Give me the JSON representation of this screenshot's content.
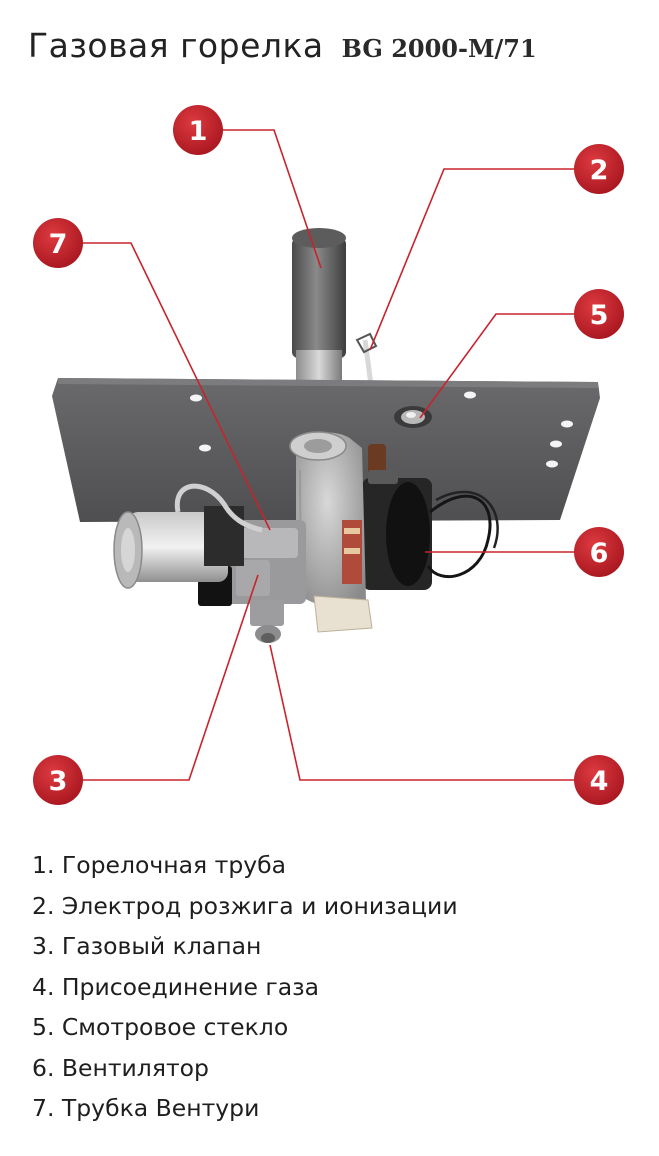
{
  "title": {
    "main": "Газовая горелка",
    "model": "BG 2000-M/71"
  },
  "callouts": [
    {
      "number": "1",
      "part": "Горелочная труба"
    },
    {
      "number": "2",
      "part": "Электрод розжига и ионизации"
    },
    {
      "number": "3",
      "part": "Газовый клапан"
    },
    {
      "number": "4",
      "part": "Присоединение газа"
    },
    {
      "number": "5",
      "part": "Смотровое стекло"
    },
    {
      "number": "6",
      "part": "Вентилятор"
    },
    {
      "number": "7",
      "part": "Трубка Вентури"
    }
  ],
  "legend": [
    "1.  Горелочная труба",
    "2. Электрод розжига и ионизации",
    "3. Газовый клапан",
    "4. Присоединение газа",
    "5. Смотровое стекло",
    "6. Вентилятор",
    "7. Трубка Вентури"
  ],
  "colors": {
    "callout_red": "#c8232c",
    "leader_line": "#c8232c",
    "plate_grey": "#5f5f61"
  }
}
